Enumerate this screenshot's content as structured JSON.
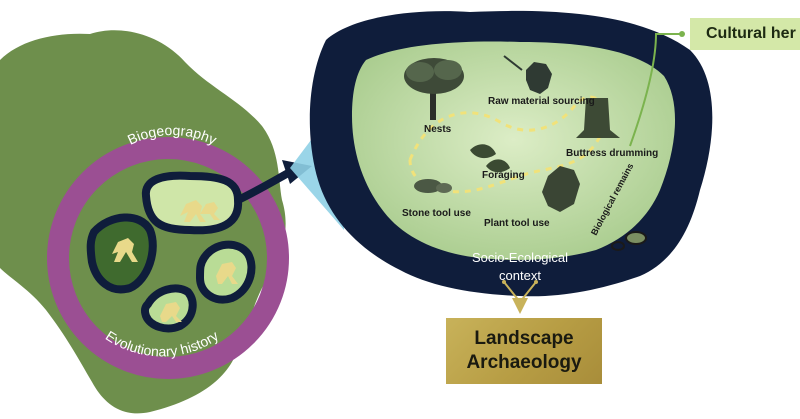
{
  "labels": {
    "cultural_heritage": "Cultural her",
    "raw_material_sourcing": "Raw material sourcing",
    "nests": "Nests",
    "buttress_drumming": "Buttress drumming",
    "foraging": "Foraging",
    "stone_tool_use": "Stone tool use",
    "plant_tool_use": "Plant tool use",
    "biological_remains": "Biological remains",
    "socio_ecological_1": "Socio-Ecological",
    "socio_ecological_2": "context",
    "biogeography": "Biogeography",
    "evolutionary_history": "Evolutionary history",
    "landscape_1": "Landscape",
    "landscape_2": "Archaeology"
  },
  "colors": {
    "africa_green": "#6e8f4c",
    "ring_purple": "#9b4f93",
    "navy": "#0f1d3b",
    "panel_green": "#b5d49a",
    "panel_light": "#d9ebc2",
    "connector_blue": "#8fd0e6",
    "path_yellow": "#f1e27a",
    "pill_green": "#d4e8a8",
    "landscape_gold": "#bfa44c"
  },
  "icons": [
    "tree-icon",
    "chimp-icon",
    "stump-icon",
    "plant-icon",
    "stone-icon",
    "remains-icon"
  ]
}
